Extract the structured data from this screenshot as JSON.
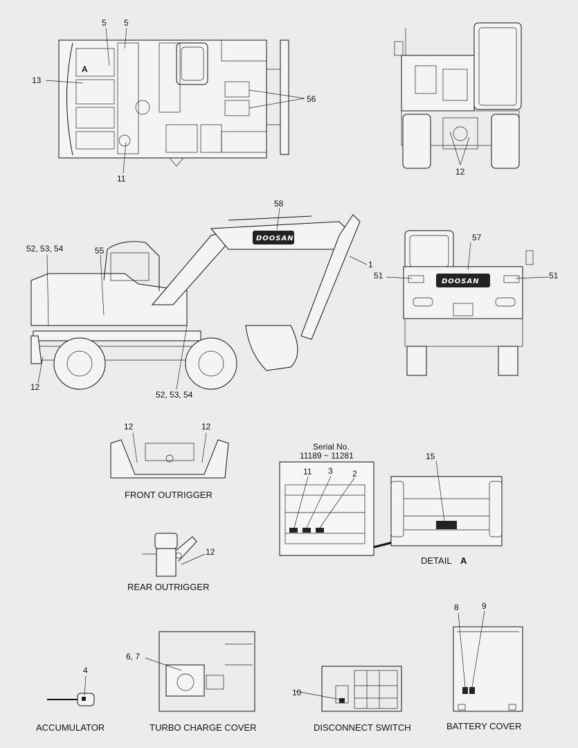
{
  "callouts": {
    "top_5a": "5",
    "top_5b": "5",
    "top_13": "13",
    "top_A": "A",
    "top_11": "11",
    "top_56": "56",
    "rear_12": "12",
    "side_58": "58",
    "side_525354_top": "52, 53, 54",
    "side_55": "55",
    "side_1": "1",
    "side_12": "12",
    "side_525354_bottom": "52, 53, 54",
    "front_57": "57",
    "front_51_left": "51",
    "front_51_right": "51",
    "fo_12_left": "12",
    "fo_12_right": "12",
    "ro_12": "12",
    "detail_11": "11",
    "detail_3": "3",
    "detail_2": "2",
    "detail_15": "15",
    "acc_4": "4",
    "turbo_67": "6, 7",
    "disc_10": "10",
    "batt_8": "8",
    "batt_9": "9"
  },
  "serial": {
    "line1": "Serial No.",
    "line2": "11189 ~ 11281"
  },
  "brand": "DOOSAN",
  "captions": {
    "front_outrigger": "FRONT OUTRIGGER",
    "rear_outrigger": "REAR OUTRIGGER",
    "detail": "DETAIL",
    "detail_letter": "A",
    "accumulator": "ACCUMULATOR",
    "turbo_charge_cover": "TURBO CHARGE COVER",
    "disconnect_switch": "DISCONNECT SWITCH",
    "battery_cover": "BATTERY COVER"
  }
}
